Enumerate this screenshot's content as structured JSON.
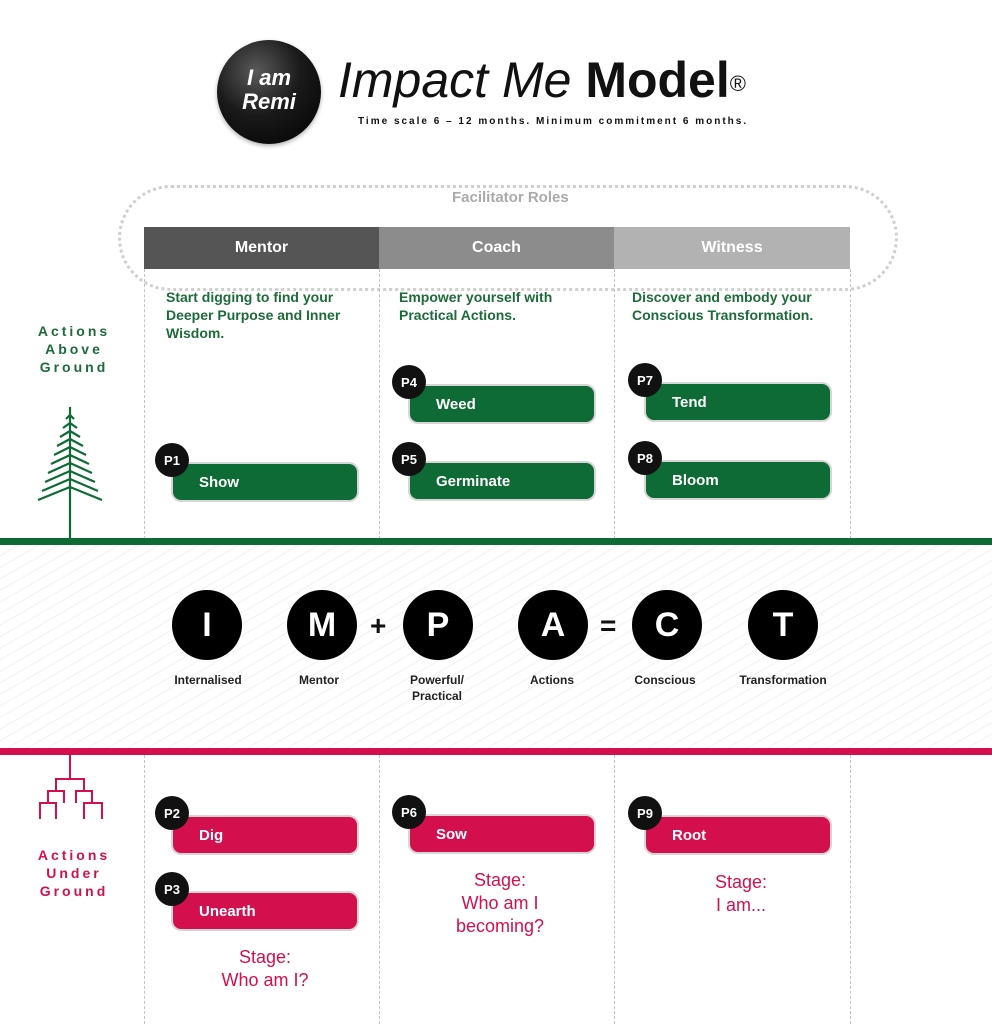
{
  "header": {
    "logo_line1": "I am",
    "logo_line2": "Remi",
    "title_light": "Impact Me",
    "title_bold": "Model",
    "title_mark": "®",
    "subtitle": "Time scale  6 – 12 months. Minimum commitment 6 months."
  },
  "facilitator": {
    "label": "Facilitator Roles",
    "roles": [
      "Mentor",
      "Coach",
      "Witness"
    ]
  },
  "descriptions": [
    "Start digging to find your Deeper Purpose and Inner Wisdom.",
    "Empower yourself with Practical Actions.",
    "Discover and embody your Conscious Transformation."
  ],
  "side_labels": {
    "above": [
      "Actions",
      "Above",
      "Ground"
    ],
    "under": [
      "Actions",
      "Under",
      "Ground"
    ]
  },
  "above_stages": {
    "p1": {
      "badge": "P1",
      "label": "Show"
    },
    "p4": {
      "badge": "P4",
      "label": "Weed"
    },
    "p5": {
      "badge": "P5",
      "label": "Germinate"
    },
    "p7": {
      "badge": "P7",
      "label": "Tend"
    },
    "p8": {
      "badge": "P8",
      "label": "Bloom"
    }
  },
  "under_stages": {
    "p2": {
      "badge": "P2",
      "label": "Dig"
    },
    "p3": {
      "badge": "P3",
      "label": "Unearth"
    },
    "p6": {
      "badge": "P6",
      "label": "Sow"
    },
    "p9": {
      "badge": "P9",
      "label": "Root"
    }
  },
  "acronym": {
    "letters": [
      "I",
      "M",
      "P",
      "A",
      "C",
      "T"
    ],
    "operators": [
      "+",
      "="
    ],
    "words": [
      "Internalised",
      "Mentor",
      "Powerful/",
      "Practical",
      "Actions",
      "Conscious",
      "Transformation"
    ]
  },
  "stage_texts": {
    "col1": [
      "Stage:",
      "Who am I?"
    ],
    "col2": [
      "Stage:",
      "Who am I",
      "becoming?"
    ],
    "col3": [
      "Stage:",
      "I am..."
    ]
  },
  "colors": {
    "green": "#0e6b35",
    "red": "#d40f4e",
    "mentor": "#555555",
    "coach": "#8c8c8c",
    "witness": "#b2b2b2"
  }
}
